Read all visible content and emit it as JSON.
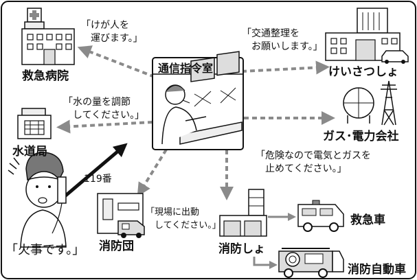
{
  "center": {
    "title": "通信指令室"
  },
  "nodes": {
    "hospital": "救急病院",
    "water": "水道局",
    "police": "けいさつしょ",
    "gas": "ガス･電力会社",
    "firecorps": "消防団",
    "firestation": "消防しょ",
    "ambulance": "救急車",
    "firetruck": "消防自動車"
  },
  "messages": {
    "hospital": "「けが人を\n　運びます。」",
    "police": "「交通整理を\n　お願いします。」",
    "water": "「水の量を調節\n　してください。」",
    "gas": "「危険なので電気とガスを\n　止めてください。」",
    "firecorps": "「現場に出動\n　してください。」",
    "caller": "「火事です。」"
  },
  "call": {
    "number": "119番"
  },
  "colors": {
    "line": "#111111",
    "dashed": "#888888",
    "fill_light": "#f2f2f2"
  }
}
